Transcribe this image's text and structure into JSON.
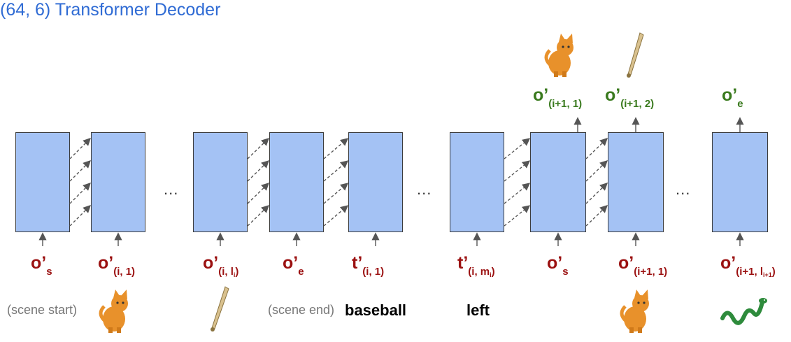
{
  "title": "(64, 6) Transformer Decoder",
  "ellipsis": "...",
  "inputs": [
    {
      "main": "o’",
      "sub": "s"
    },
    {
      "main": "o’",
      "sub": "(i, 1)"
    },
    {
      "main": "o’",
      "sub": "(i, l",
      "subsub": "i",
      "subtail": ")"
    },
    {
      "main": "o’",
      "sub": "e"
    },
    {
      "main": "t’",
      "sub": "(i, 1)"
    },
    {
      "main": "t’",
      "sub": "(i, m",
      "subsub": "i",
      "subtail": ")"
    },
    {
      "main": "o’",
      "sub": "s"
    },
    {
      "main": "o’",
      "sub": "(i+1, 1)"
    },
    {
      "main": "o’",
      "sub": "(i+1, l",
      "subsub": "i+1",
      "subtail": ")"
    }
  ],
  "outputs": [
    {
      "main": "o’",
      "sub": "(i+1, 1)"
    },
    {
      "main": "o’",
      "sub": "(i+1, 2)"
    },
    {
      "main": "o’",
      "sub": "e"
    }
  ],
  "tokens": {
    "scene_start": "(scene start)",
    "scene_end": "(scene end)",
    "baseball": "baseball",
    "left": "left"
  },
  "icons": [
    "cat-icon",
    "bat-icon",
    "snake-icon"
  ],
  "colors": {
    "block_fill": "#a4c2f4",
    "title": "#2f6bd4",
    "input_label": "#9b1111",
    "output_label": "#3a7a1e"
  }
}
